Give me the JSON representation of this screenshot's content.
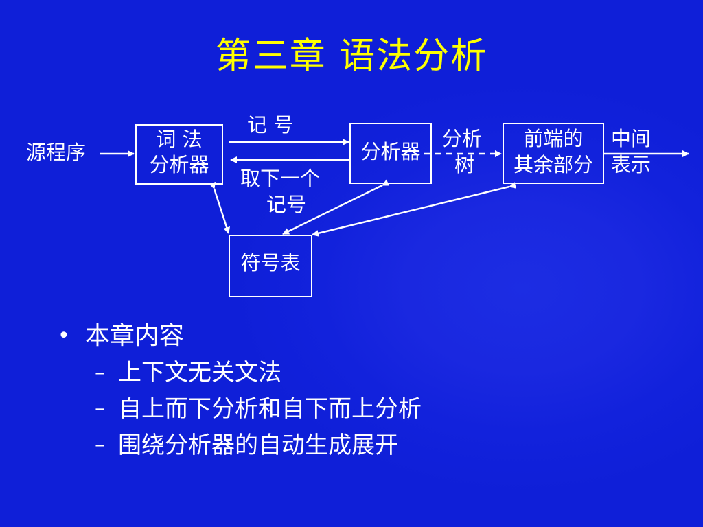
{
  "title": "第三章  语法分析",
  "diagram": {
    "source": "源程序",
    "lexer_line1": "词  法",
    "lexer_line2": "分析器",
    "token_label": "记  号",
    "get_next_line1": "取下一个",
    "get_next_line2": "记号",
    "parser": "分析器",
    "parse_tree_line1": "分析",
    "parse_tree_line2": "树",
    "frontend_line1": "前端的",
    "frontend_line2": "其余部分",
    "intermediate_line1": "中间",
    "intermediate_line2": "表示",
    "symbol_table": "符号表"
  },
  "bullets": {
    "main": "本章内容",
    "main_marker": "•",
    "sub_marker": "–",
    "sub": [
      "上下文无关文法",
      "自上而下分析和自下而上分析",
      "围绕分析器的自动生成展开"
    ]
  },
  "colors": {
    "background": "#1222dc",
    "title": "#ffff00",
    "text": "#ffffff"
  }
}
